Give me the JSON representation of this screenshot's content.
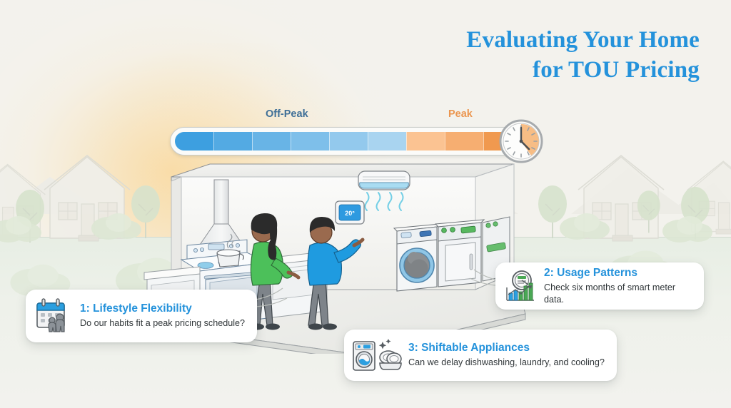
{
  "title": {
    "line1": "Evaluating Your Home",
    "line2": "for TOU Pricing",
    "color": "#2492db"
  },
  "tou_bar": {
    "off_peak_label": "Off-Peak",
    "peak_label": "Peak",
    "off_peak_color": "#3f6f97",
    "peak_color": "#eb9650",
    "off_peak_segments": 6,
    "peak_segments": 3,
    "off_peak_fill_start": "#3d9fe0",
    "off_peak_fill_end": "#a9d4f0",
    "peak_fill_start": "#fbc392",
    "peak_fill_end": "#f0994f",
    "clock": {
      "name": "clock-icon",
      "hour_hand": "5",
      "minute_hand": "12",
      "wedge_color": "#f7b97e"
    }
  },
  "scene": {
    "thermostat_value": "20°",
    "thermostat_screen_color": "#2e9ae0",
    "person_cook_shirt": "#4cc05a",
    "person_thermostat_shirt": "#1f9be0",
    "appliances": [
      "range-hood",
      "stove",
      "pot",
      "air-conditioner",
      "washing-machine",
      "dryer"
    ]
  },
  "cards": [
    {
      "id": "card1",
      "icon": "calendar-family-icon",
      "title": "1: Lifestyle Flexibility",
      "subtitle": "Do our habits fit a peak pricing schedule?"
    },
    {
      "id": "card2",
      "icon": "smart-meter-chart-icon",
      "title": "2: Usage Patterns",
      "subtitle": "Check six months of smart meter data."
    },
    {
      "id": "card3",
      "icon": "washer-dishes-icon",
      "title": "3: Shiftable Appliances",
      "subtitle": "Can we delay dishwashing, laundry, and cooling?"
    }
  ],
  "chart_data": {
    "type": "bar",
    "title": "Time-of-Use pricing period bar",
    "categories": [
      "Off-Peak 1",
      "Off-Peak 2",
      "Off-Peak 3",
      "Off-Peak 4",
      "Off-Peak 5",
      "Off-Peak 6",
      "Peak 1",
      "Peak 2",
      "Peak 3"
    ],
    "values": [
      1,
      1,
      1,
      1,
      1,
      1,
      1,
      1,
      1
    ],
    "series": [
      {
        "name": "Off-Peak",
        "values": [
          1,
          1,
          1,
          1,
          1,
          1,
          0,
          0,
          0
        ]
      },
      {
        "name": "Peak",
        "values": [
          0,
          0,
          0,
          0,
          0,
          0,
          1,
          1,
          1
        ]
      }
    ],
    "legend": [
      "Off-Peak",
      "Peak"
    ],
    "xlabel": "",
    "ylabel": "",
    "grid": false,
    "legend_position": "above-bar"
  }
}
